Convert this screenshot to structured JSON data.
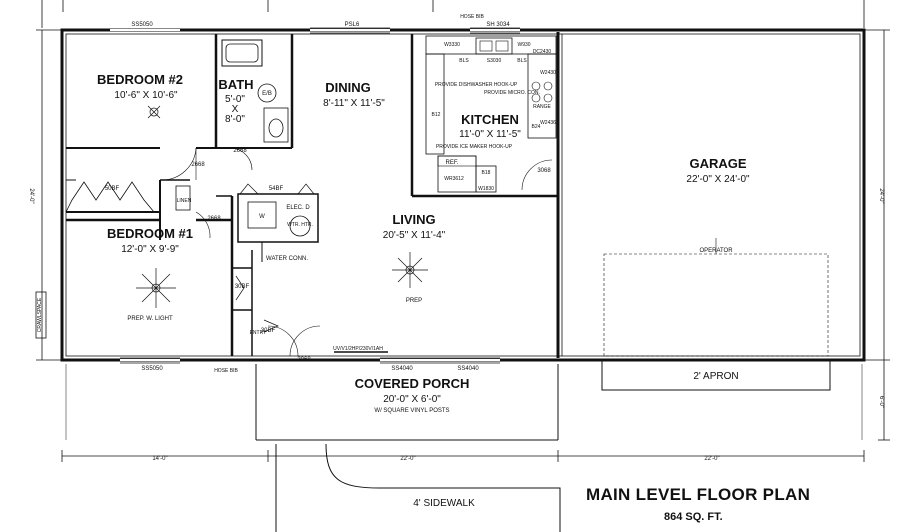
{
  "title": "MAIN LEVEL FLOOR PLAN",
  "subtitle": "864 SQ. FT.",
  "rooms": {
    "bedroom2": {
      "name": "BEDROOM #2",
      "dims": "10'-6\" X 10'-6\""
    },
    "bath": {
      "name": "BATH",
      "dims_w": "5'-0\"",
      "dims_x": "X",
      "dims_h": "8'-0\""
    },
    "dining": {
      "name": "DINING",
      "dims": "8'-11\" X 11'-5\""
    },
    "kitchen": {
      "name": "KITCHEN",
      "dims": "11'-0\" X 11'-5\""
    },
    "garage": {
      "name": "GARAGE",
      "dims": "22'-0\" X 24'-0\""
    },
    "living": {
      "name": "LIVING",
      "dims": "20'-5\" X 11'-4\""
    },
    "bedroom1": {
      "name": "BEDROOM #1",
      "dims": "12'-0\" X 9'-9\""
    },
    "porch": {
      "name": "COVERED PORCH",
      "dims": "20'-0\" X 6'-0\"",
      "note": "W/ SQUARE VINYL POSTS"
    }
  },
  "labels": {
    "ss5050_top": "SS5050",
    "ss5050_bottom": "SS5050",
    "psl6": "PSL6",
    "sh3034": "SH 3034",
    "hose_top": "HOSE BIB",
    "hose_bottom": "HOSE BIB",
    "eb": "E/B",
    "d2668_bath": "2668",
    "d2668_bed2": "2668",
    "d2668_bed1": "2668",
    "bf50": "50BF",
    "bf54": "54BF",
    "bf30_a": "30BF",
    "bf30_b": "30BF",
    "linen": "LINEN",
    "w": "W",
    "elec": "ELEC. D",
    "water_heater": "WTR. HTR.",
    "water_conn": "WATER CONN.",
    "entry": "ENTRY",
    "d3068_porch": "3068",
    "d3068_garage": "3068",
    "ss4040_a": "SS4040",
    "ss4040_b": "SS4040",
    "electrical_panel": "UV/V1/2HP/230V/1AH",
    "prep_light": "PREP. W. LIGHT",
    "prep": "PREP",
    "operator": "OPERATOR",
    "apron": "2' APRON",
    "sidewalk": "4' SIDEWALK",
    "w3330": "W3330",
    "w930": "W930",
    "dc2430": "DC2430",
    "s3030": "S3030",
    "bls_a": "BLS",
    "bls_b": "BLS",
    "b12": "B12",
    "dishwasher": "PROVIDE DISHWASHER HOOK-UP",
    "micro": "PROVIDE MICRO. CON.",
    "range": "RANGE",
    "ice_maker": "PROVIDE ICE MAKER HOOK-UP",
    "ref": "REF.",
    "wr3612": "WR3612",
    "b18": "B18",
    "w1830": "W1830",
    "b24": "B24",
    "w2436": "W2436",
    "w2430": "W2430",
    "dim_height_left": "24'-0\"",
    "dim_height_right": "24'-0\"",
    "dim_porch_depth": "6'-0\"",
    "dim_left": "14'-0\"",
    "dim_center": "22'-0\"",
    "dim_right": "22'-0\"",
    "side_label": "CRAWLSPACE"
  }
}
